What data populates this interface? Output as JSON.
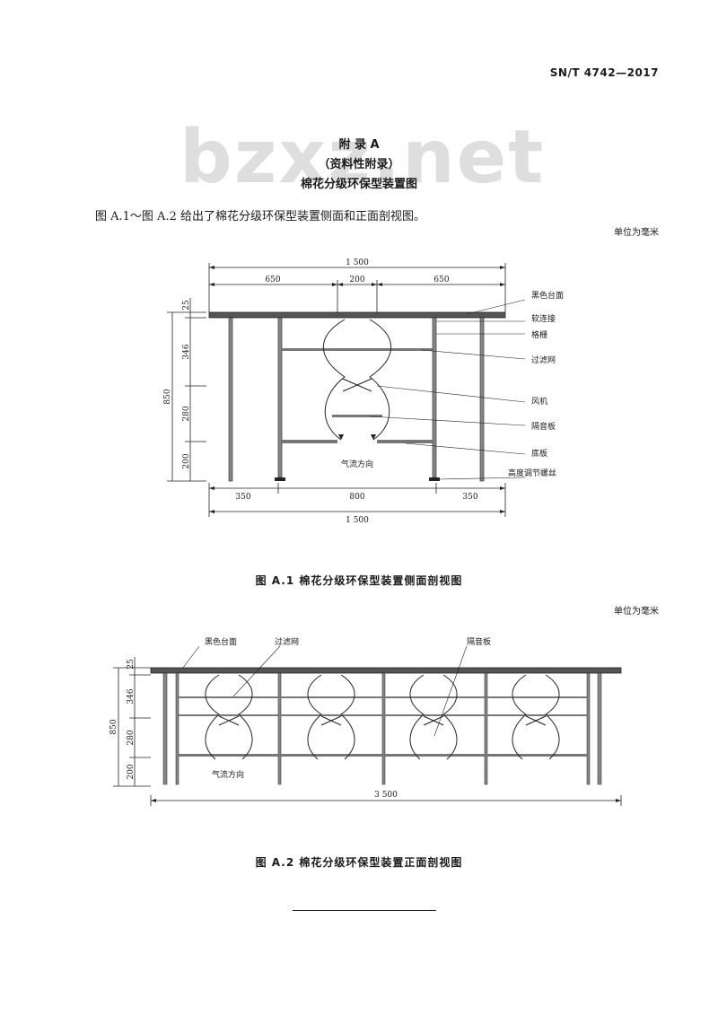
{
  "header": {
    "code": "SN/T 4742—2017"
  },
  "watermark": {
    "text": "bzxz.net"
  },
  "annex": {
    "title": "附 录 A",
    "subtitle": "（资料性附录）",
    "name": "棉花分级环保型装置图"
  },
  "intro": "图 A.1～图 A.2 给出了棉花分级环保型装置侧面和正面剖视图。",
  "unit_note": "单位为毫米",
  "figure1": {
    "caption": "图 A.1   棉花分级环保型装置侧面剖视图",
    "dim_top_total": "1 500",
    "dim_top_left": "650",
    "dim_top_mid": "200",
    "dim_top_right": "650",
    "dim_v_25": "25",
    "dim_v_346": "346",
    "dim_v_850": "850",
    "dim_v_280": "280",
    "dim_v_200": "200",
    "dim_bot_left": "350",
    "dim_bot_mid": "800",
    "dim_bot_right": "350",
    "dim_bot_total": "1 500",
    "airflow": "气流方向",
    "labels": [
      "黑色台面",
      "软连接",
      "格栅",
      "过滤网",
      "风机",
      "隔音板",
      "底板",
      "高度调节螺丝"
    ]
  },
  "figure2": {
    "caption": "图 A.2   棉花分级环保型装置正面剖视图",
    "label_top": "黑色台面",
    "label_filter": "过滤网",
    "label_panel": "隔音板",
    "dim_v_25": "25",
    "dim_v_346": "346",
    "dim_v_850": "850",
    "dim_v_280": "280",
    "dim_v_200": "200",
    "dim_total": "3 500",
    "airflow": "气流方向"
  }
}
